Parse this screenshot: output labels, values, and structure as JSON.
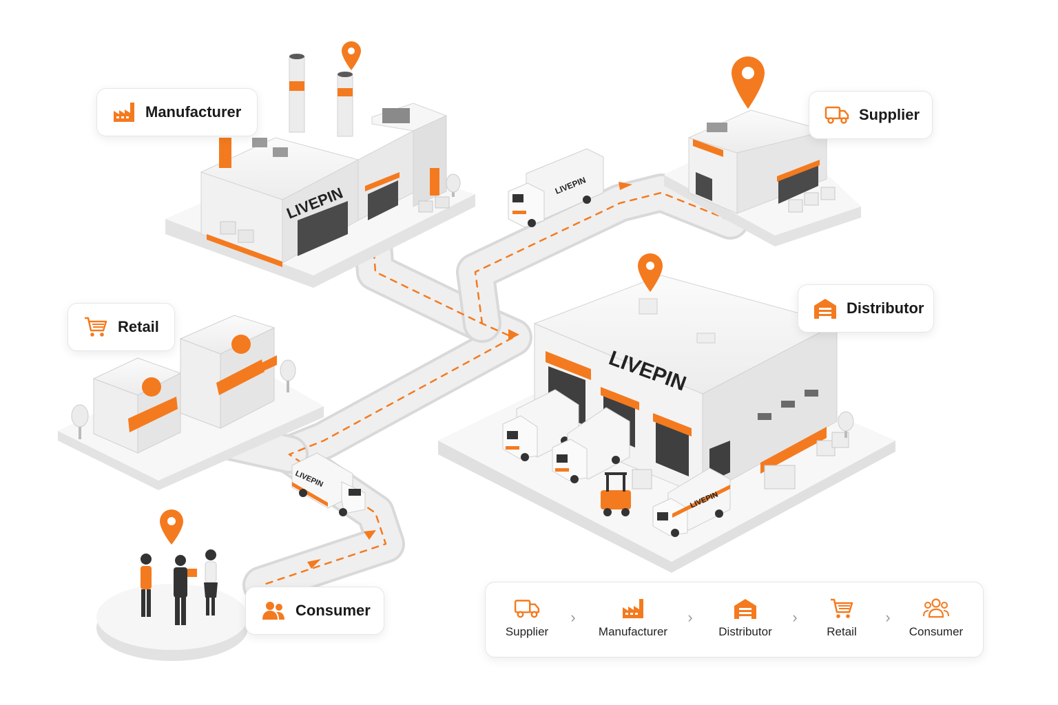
{
  "brand": "LIVEPIN",
  "labels": {
    "manufacturer": "Manufacturer",
    "supplier": "Supplier",
    "retail": "Retail",
    "distributor": "Distributor",
    "consumer": "Consumer"
  },
  "flow": {
    "steps": [
      "Supplier",
      "Manufacturer",
      "Distributor",
      "Retail",
      "Consumer"
    ]
  },
  "colors": {
    "accent": "#f47a1f",
    "building": "#f5f5f5",
    "road": "#e4e4e4",
    "dark": "#3a3a3a"
  }
}
